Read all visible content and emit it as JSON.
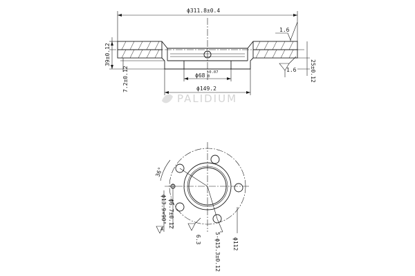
{
  "colors": {
    "ink": "#1a1a1a",
    "watermark": "#d4d4d4",
    "background": "#ffffff"
  },
  "watermark": {
    "text": "PALIDIUM"
  },
  "section_view": {
    "dim_outer_diameter": "ϕ311.8±0.4",
    "dim_roughness_top": "1.6",
    "dim_roughness_bottom": "1.6",
    "dim_bore": "ϕ68",
    "dim_bore_tol_upper": "+0.07",
    "dim_bore_tol_lower": "0",
    "dim_hub_diameter": "ϕ149.2",
    "dim_total_height": "25±0.12",
    "dim_hat_height": "39±0.12",
    "dim_flange_thickness": "7.2±0.12"
  },
  "plan_view": {
    "dim_angle": "36°",
    "dim_chamfer_hole": "ϕ13.9×90°",
    "dim_hole_a": "ϕ6.7±0.12",
    "dim_surface_value": "6.3",
    "dim_bolt_holes": "5-ϕ15.3±0.12",
    "dim_pcd": "ϕ112",
    "datum_label": "A"
  }
}
